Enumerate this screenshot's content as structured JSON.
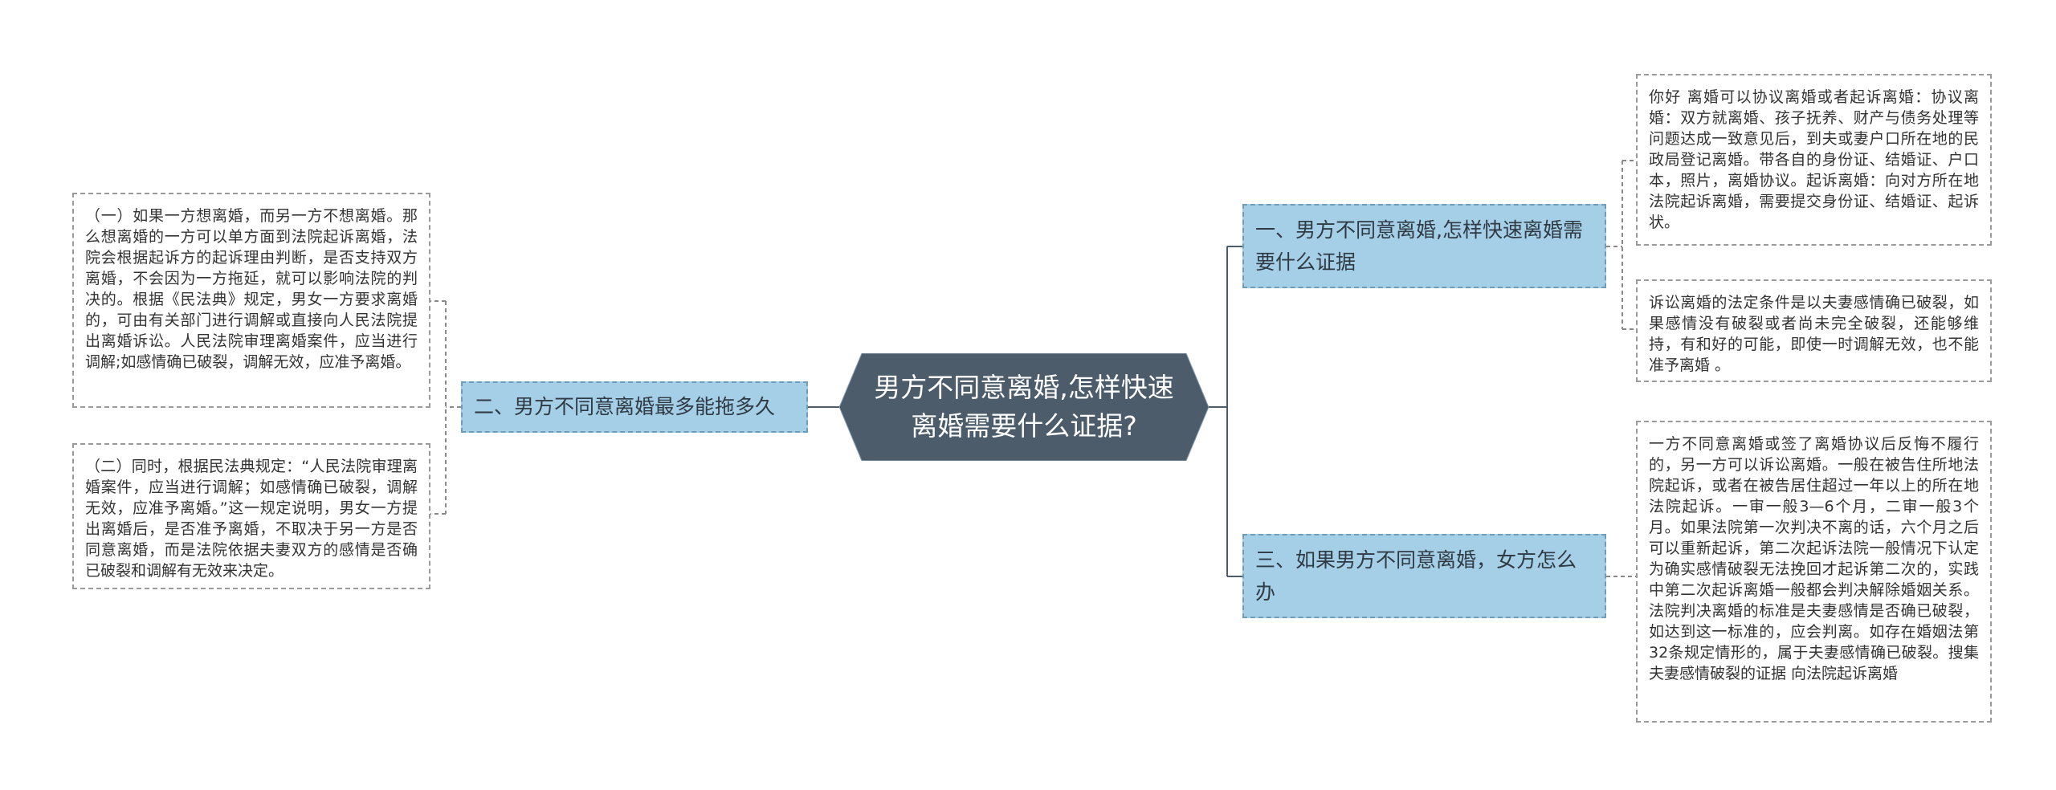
{
  "root": {
    "title": "男方不同意离婚,怎样快速离婚需要什么证据?"
  },
  "branches": [
    {
      "label": "一、男方不同意离婚,怎样快速离婚需要什么证据"
    },
    {
      "label": "二、男方不同意离婚最多能拖多久"
    },
    {
      "label": "三、如果男方不同意离婚，女方怎么办"
    }
  ],
  "leaves": {
    "b1_1": "你好 离婚可以协议离婚或者起诉离婚：协议离婚：双方就离婚、孩子抚养、财产与债务处理等问题达成一致意见后，到夫或妻户口所在地的民政局登记离婚。带各自的身份证、结婚证、户口本，照片，离婚协议。起诉离婚：向对方所在地法院起诉离婚，需要提交身份证、结婚证、起诉状。",
    "b1_2": "诉讼离婚的法定条件是以夫妻感情确已破裂，如果感情没有破裂或者尚未完全破裂，还能够维持，有和好的可能，即使一时调解无效，也不能准予离婚 。",
    "b2_1": "（一）如果一方想离婚，而另一方不想离婚。那么想离婚的一方可以单方面到法院起诉离婚，法院会根据起诉方的起诉理由判断，是否支持双方离婚，不会因为一方拖延，就可以影响法院的判决的。根据《民法典》规定，男女一方要求离婚的，可由有关部门进行调解或直接向人民法院提出离婚诉讼。人民法院审理离婚案件，应当进行调解;如感情确已破裂，调解无效，应准予离婚。",
    "b2_2": "（二）同时，根据民法典规定：“人民法院审理离婚案件，应当进行调解；如感情确已破裂，调解无效，应准予离婚。”这一规定说明，男女一方提出离婚后，是否准予离婚，不取决于另一方是否同意离婚，而是法院依据夫妻双方的感情是否确已破裂和调解有无效来决定。",
    "b3_1": "一方不同意离婚或签了离婚协议后反悔不履行的，另一方可以诉讼离婚。一般在被告住所地法院起诉，或者在被告居住超过一年以上的所在地法院起诉。一审一般3—6个月，二审一般3个月。如果法院第一次判决不离的话，六个月之后可以重新起诉，第二次起诉法院一般情况下认定为确实感情破裂无法挽回才起诉第二次的，实践中第二次起诉离婚一般都会判决解除婚姻关系。法院判决离婚的标准是夫妻感情是否确已破裂，如达到这一标准的，应会判离。如存在婚姻法第32条规定情形的，属于夫妻感情确已破裂。搜集夫妻感情破裂的证据 向法院起诉离婚"
  },
  "colors": {
    "root_fill": "#4c5c6b",
    "branch_fill": "#a4cfe6",
    "line": "#4c5c6b"
  }
}
